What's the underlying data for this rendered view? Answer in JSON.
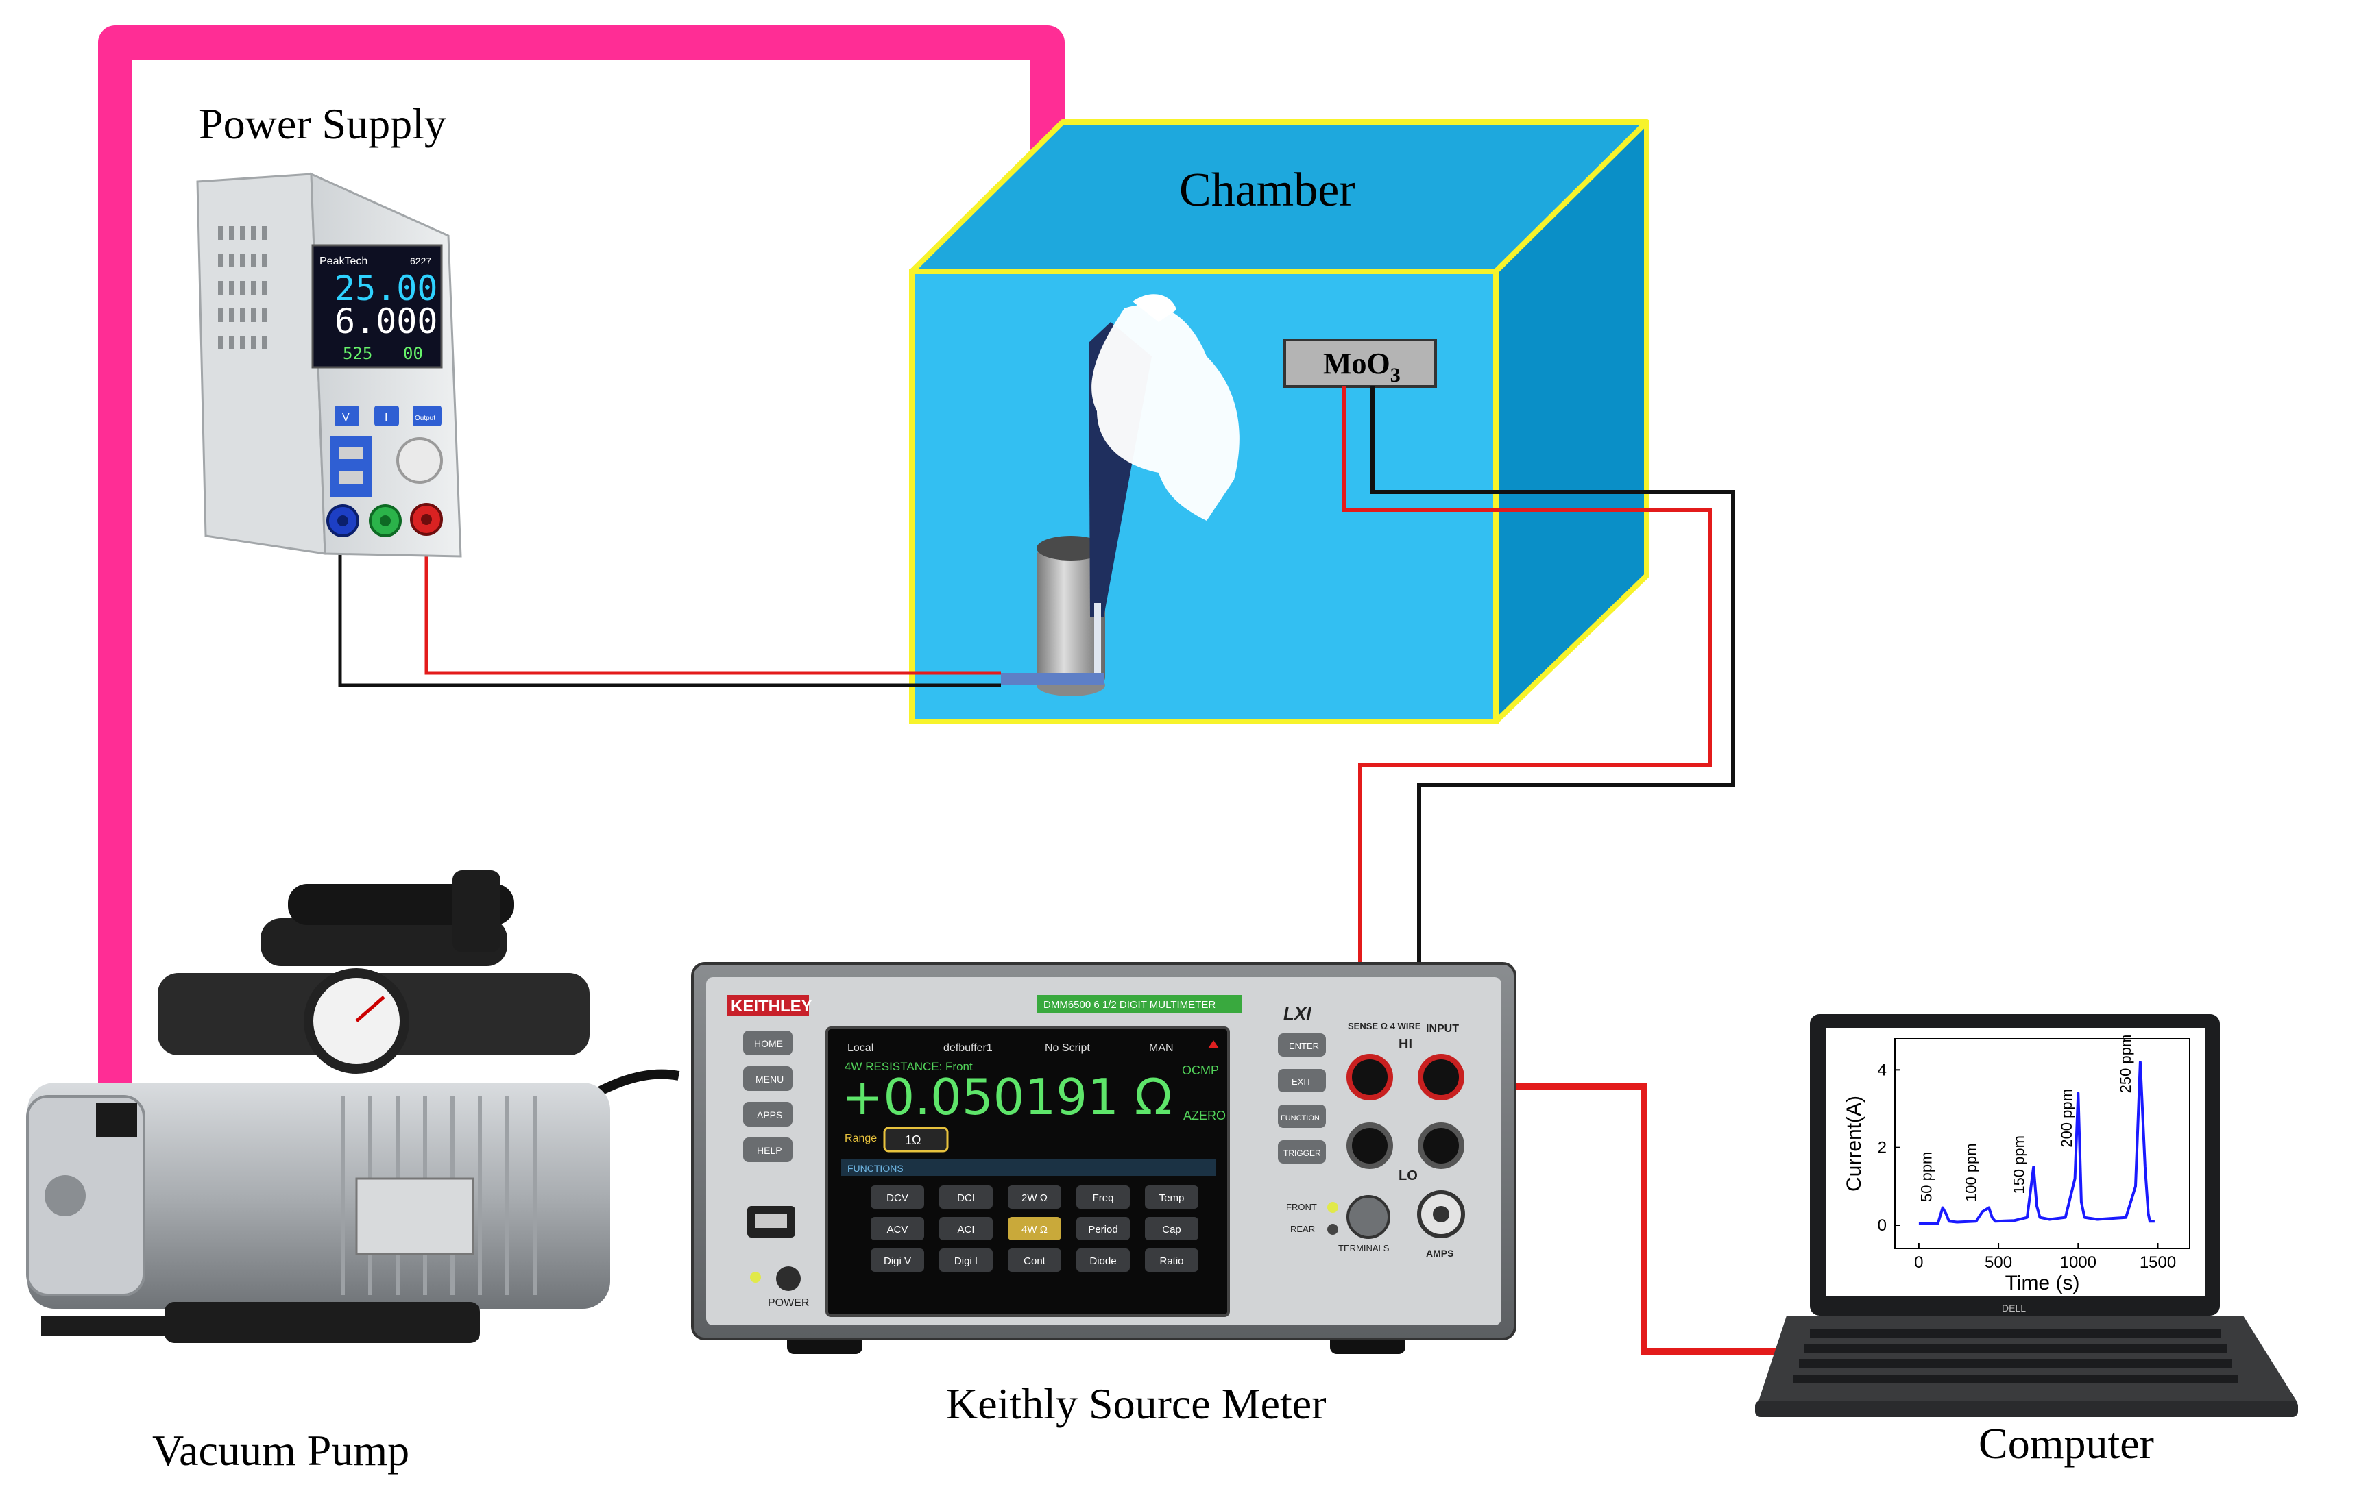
{
  "labels": {
    "power_supply": "Power Supply",
    "chamber": "Chamber",
    "vacuum_pump": "Vacuum Pump",
    "source_meter": "Keithly Source Meter",
    "computer": "Computer"
  },
  "sensor": {
    "label": "MoO",
    "subscript": "3"
  },
  "power_supply_device": {
    "brand": "PeakTech",
    "model": "6227",
    "voltage": "25.00",
    "current": "6.000",
    "usb_readout": "525",
    "usb_current": "00",
    "buttons": [
      "V",
      "I",
      "Output"
    ]
  },
  "meter": {
    "brand": "KEITHLEY",
    "model_badge": "DMM6500 6 1/2 DIGIT MULTIMETER",
    "status_left": "Local",
    "status_buffer": "defbuffer1",
    "status_script": "No Script",
    "status_mode": "MAN",
    "mode_line": "4W RESISTANCE: Front",
    "reading": "+0.050191 Ω",
    "ocmp": "OCMP",
    "azero": "AZERO",
    "range_label": "Range",
    "range_value": "1Ω",
    "functions_label": "FUNCTIONS",
    "left_buttons": [
      "HOME",
      "MENU",
      "APPS",
      "HELP"
    ],
    "right_buttons": [
      "ENTER",
      "EXIT",
      "FUNCTION",
      "TRIGGER"
    ],
    "function_keys": [
      "DCV",
      "DCI",
      "2W Ω",
      "Freq",
      "Temp",
      "ACV",
      "ACI",
      "4W Ω",
      "Period",
      "Cap",
      "Digi V",
      "Digi I",
      "Cont",
      "Diode",
      "Ratio"
    ],
    "power_label": "POWER",
    "sense_label": "SENSE Ω 4 WIRE",
    "input_label": "INPUT",
    "hi_label": "HI",
    "lo_label": "LO",
    "front_label": "FRONT",
    "rear_label": "REAR",
    "terminals_label": "TERMINALS",
    "amps_label": "AMPS",
    "lxi_label": "LXI"
  },
  "laptop_brand": "DELL",
  "chart_data": {
    "type": "line",
    "title": "",
    "xlabel": "Time (s)",
    "ylabel": "Current(A)",
    "xlim": [
      -150,
      1700
    ],
    "ylim": [
      -0.6,
      4.8
    ],
    "xticks": [
      0,
      500,
      1000,
      1500
    ],
    "yticks": [
      0,
      2,
      4
    ],
    "color": "#1a1aff",
    "x": [
      0,
      120,
      150,
      170,
      190,
      240,
      360,
      400,
      440,
      460,
      480,
      600,
      680,
      720,
      740,
      760,
      820,
      920,
      980,
      1000,
      1020,
      1040,
      1120,
      1300,
      1360,
      1390,
      1420,
      1440,
      1450,
      1480
    ],
    "y": [
      0.05,
      0.05,
      0.45,
      0.3,
      0.1,
      0.08,
      0.1,
      0.35,
      0.45,
      0.2,
      0.1,
      0.12,
      0.2,
      1.5,
      0.5,
      0.2,
      0.15,
      0.2,
      1.2,
      3.4,
      0.6,
      0.2,
      0.15,
      0.2,
      1.0,
      4.2,
      1.5,
      0.3,
      0.1,
      0.1
    ],
    "annotations": [
      {
        "text": "50 ppm",
        "x": 80,
        "y": 0.6
      },
      {
        "text": "100 ppm",
        "x": 360,
        "y": 0.6
      },
      {
        "text": "150 ppm",
        "x": 660,
        "y": 0.8
      },
      {
        "text": "200 ppm",
        "x": 960,
        "y": 2.0
      },
      {
        "text": "250 ppm",
        "x": 1330,
        "y": 3.4
      }
    ]
  },
  "colors": {
    "pipe": "#ff2d95",
    "chamber_front": "#33bff2",
    "chamber_side": "#0a8fc7",
    "chamber_top": "#1ea8dd",
    "chamber_edge": "#f7f32b",
    "wire_red": "#e31b1b",
    "wire_black": "#111111"
  }
}
